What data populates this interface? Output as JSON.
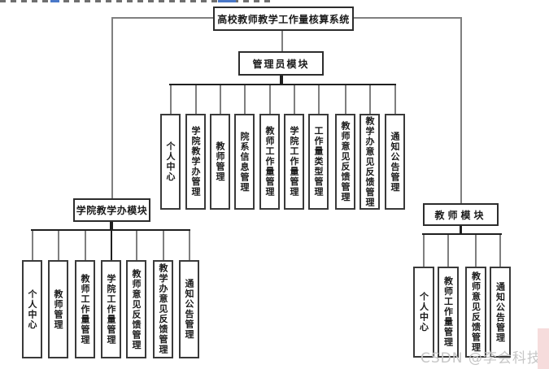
{
  "diagram": {
    "root_label": "高校教师教学工作量核算系统",
    "modules": [
      {
        "id": "admin",
        "label": "管理员模块",
        "children": [
          "个人中心",
          "学院教学办管理",
          "教师管理",
          "院系信息管理",
          "教师工作量管理",
          "学院工作量管理",
          "工作量类型管理",
          "教师意见反馈管理",
          "教学办意见反馈管理",
          "通知公告管理"
        ]
      },
      {
        "id": "college",
        "label": "学院教学办模块",
        "children": [
          "个人中心",
          "教师管理",
          "教师工作量管理",
          "学院工作量管理",
          "教师意见反馈管理",
          "教学办意见反馈管理",
          "通知公告管理"
        ]
      },
      {
        "id": "teacher",
        "label": "教师模块",
        "children": [
          "个人中心",
          "教师工作量管理",
          "教师意见反馈管理",
          "通知公告管理"
        ]
      }
    ]
  },
  "watermark": {
    "text": "CSDN @李会科技"
  },
  "colors": {
    "connector_gray": "#7f7f7f",
    "connector_black": "#1f1f1f",
    "watermark_gray": "#c6c6c6",
    "watermark_pink": "#f6dcdc"
  }
}
